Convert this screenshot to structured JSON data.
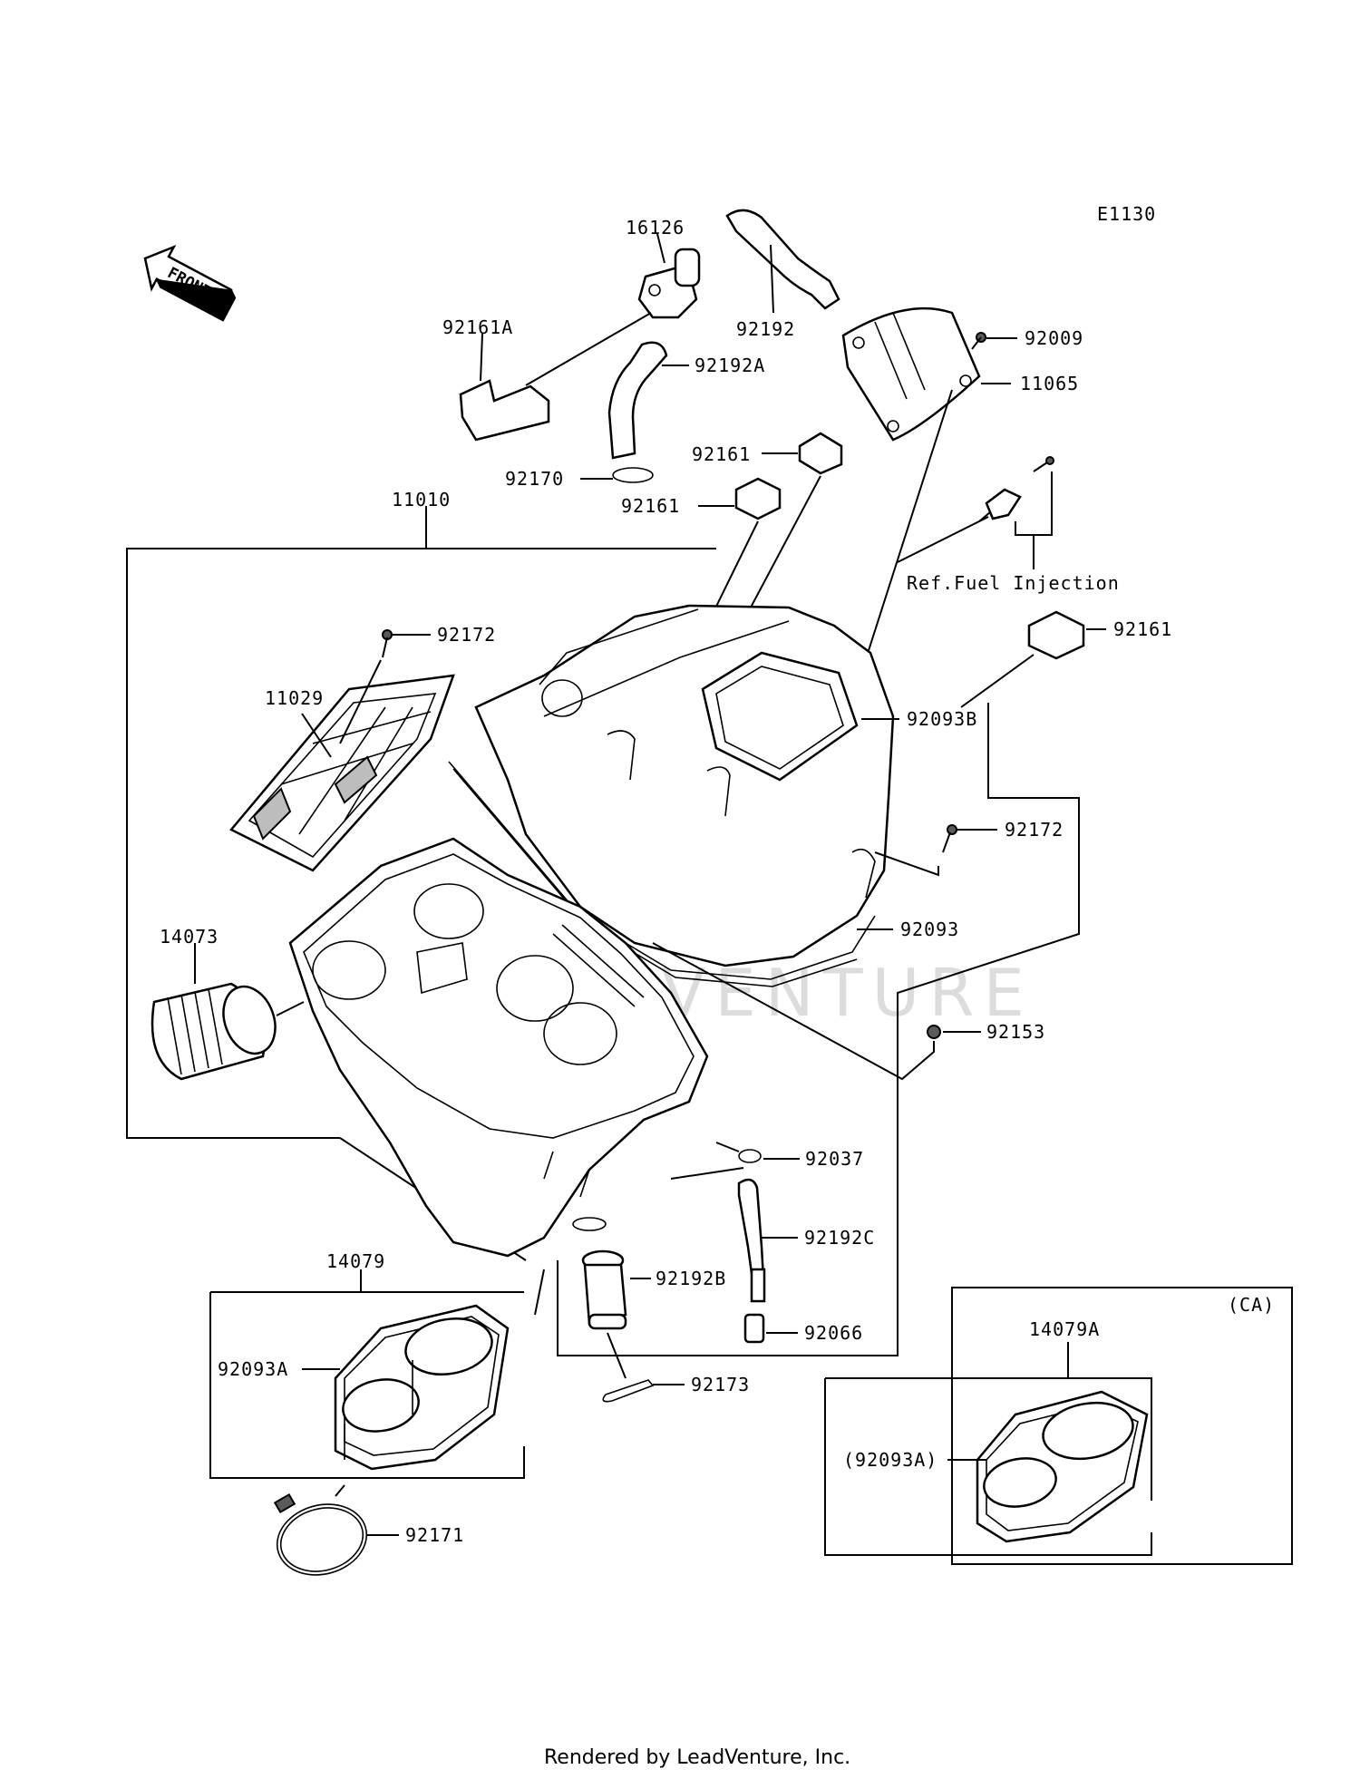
{
  "diagram": {
    "code": "E1130",
    "front_label": "FRONT",
    "watermark": "LEADVENTURE",
    "footer": "Rendered by LeadVenture, Inc.",
    "ref_note": "Ref.Fuel Injection",
    "ca_tag": "(CA)",
    "part_labels": {
      "p16126": "16126",
      "p92161A": "92161A",
      "p92192": "92192",
      "p92192A": "92192A",
      "p92009": "92009",
      "p11065": "11065",
      "p92170": "92170",
      "p92161_top": "92161",
      "p92161_mid": "92161",
      "p11010": "11010",
      "p92161_right": "92161",
      "p92172_top": "92172",
      "p11029": "11029",
      "p92093B": "92093B",
      "p92172_right": "92172",
      "p14073": "14073",
      "p92093": "92093",
      "p92153": "92153",
      "p92037": "92037",
      "p14079": "14079",
      "p92192C": "92192C",
      "p92192B": "92192B",
      "p92093A": "92093A",
      "p92066": "92066",
      "p92173": "92173",
      "p92171": "92171",
      "p14079A": "14079A",
      "p92093A_ca": "(92093A)"
    }
  }
}
